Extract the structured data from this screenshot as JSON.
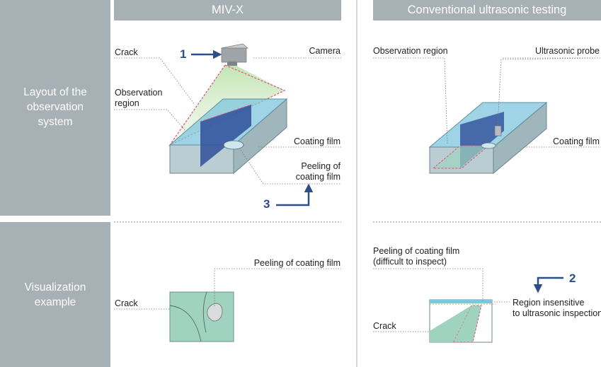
{
  "columns": {
    "left_header": "MIV-X",
    "right_header": "Conventional ultrasonic testing"
  },
  "rows": {
    "layout": [
      "Layout of the",
      "observation",
      "system"
    ],
    "visualization": [
      "Visualization",
      "example"
    ]
  },
  "labels": {
    "miv_crack": "Crack",
    "miv_camera": "Camera",
    "miv_observation_region": [
      "Observation",
      "region"
    ],
    "miv_coating_film": "Coating film",
    "miv_peeling": [
      "Peeling of",
      "coating film"
    ],
    "conv_observation_region": "Observation region",
    "conv_probe": "Ultrasonic probe",
    "conv_coating_film": "Coating film",
    "vis_miv_peeling": "Peeling of coating film",
    "vis_miv_crack": "Crack",
    "vis_conv_peeling": [
      "Peeling of coating film",
      "(difficult to inspect)"
    ],
    "vis_conv_crack": "Crack",
    "vis_conv_insensitive": [
      "Region insensitive",
      "to ultrasonic inspection"
    ]
  },
  "markers": {
    "m1": "1",
    "m2": "2",
    "m3": "3"
  },
  "colors": {
    "panel_gray": "#a7b0b4",
    "marker_blue": "#2d4e86",
    "coating_blue": "#7ec6dc",
    "crack_blue": "#2f4f9a",
    "tint_green": "#9fd3bf",
    "pink_dash": "#e0507a"
  }
}
